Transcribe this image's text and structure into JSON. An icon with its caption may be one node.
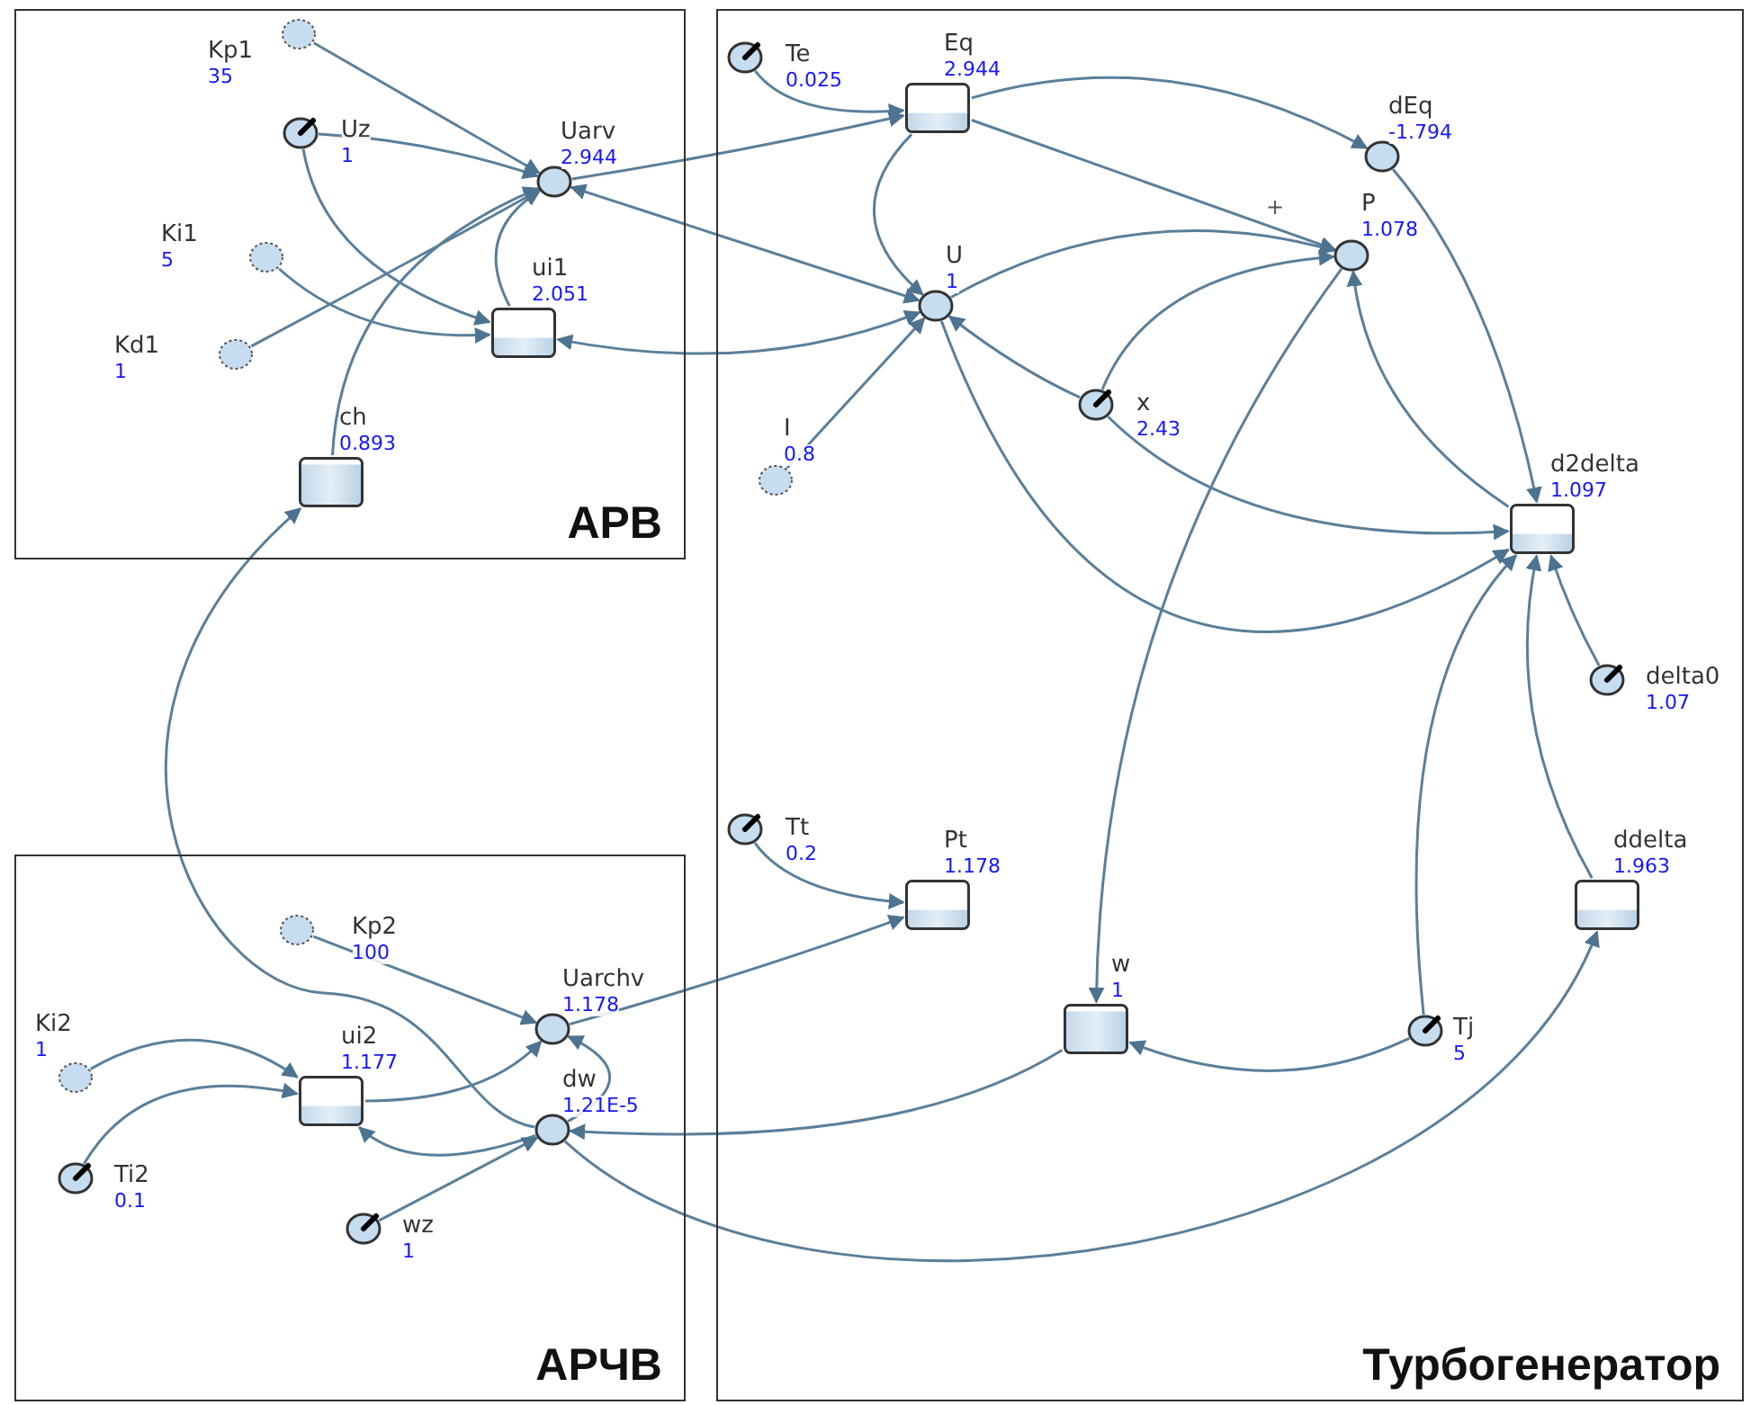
{
  "diagram": {
    "nodes": [
      {
        "text": [
          "АРВ"
        ]
      },
      {
        "text": [
          "Kp1",
          "35"
        ],
        "in": 0
      },
      {
        "text": [
          "Uz",
          "1"
        ],
        "in": 0
      },
      {
        "text": [
          "Uarv",
          "2.944"
        ],
        "in": 0
      },
      {
        "text": [
          "Ki1",
          "5"
        ],
        "in": 0
      },
      {
        "text": [
          "Kd1",
          "1"
        ],
        "in": 0
      },
      {
        "text": [
          "ui1",
          "2.051"
        ],
        "in": 0
      },
      {
        "text": [
          "ch",
          "0.893"
        ],
        "in": 0
      },
      {
        "text": [
          "Турбогенератор"
        ]
      },
      {
        "text": [
          "Te",
          "0.025"
        ],
        "in": 8
      },
      {
        "text": [
          "Eq",
          "2.944"
        ],
        "in": 8
      },
      {
        "text": [
          "dEq",
          "-1.794"
        ],
        "in": 8
      },
      {
        "text": [
          "U",
          "1"
        ],
        "in": 8
      },
      {
        "text": [
          "P",
          "1.078"
        ],
        "in": 8
      },
      {
        "text": [
          "x",
          "2.43"
        ],
        "in": 8
      },
      {
        "text": [
          "I",
          "0.8"
        ],
        "in": 8
      },
      {
        "text": [
          "d2delta",
          "1.097"
        ],
        "in": 8
      },
      {
        "text": [
          "delta0",
          "1.07"
        ],
        "in": 8
      },
      {
        "text": [
          "Tt",
          "0.2"
        ],
        "in": 8
      },
      {
        "text": [
          "Pt",
          "1.178"
        ],
        "in": 8
      },
      {
        "text": [
          "ddelta",
          "1.963"
        ],
        "in": 8
      },
      {
        "text": [
          "w",
          "1"
        ],
        "in": 8
      },
      {
        "text": [
          "Tj",
          "5"
        ],
        "in": 8
      },
      {
        "text": [
          "АРЧВ"
        ]
      },
      {
        "text": [
          "Kp2",
          "100"
        ],
        "in": 23
      },
      {
        "text": [
          "Ki2",
          "1"
        ],
        "in": 23
      },
      {
        "text": [
          "Uarchv",
          "1.178"
        ],
        "in": 23
      },
      {
        "text": [
          "ui2",
          "1.177"
        ],
        "in": 23
      },
      {
        "text": [
          "dw",
          "1.21E-5"
        ],
        "in": 23
      },
      {
        "text": [
          "Ti2",
          "0.1"
        ],
        "in": 23
      },
      {
        "text": [
          "wz",
          "1"
        ],
        "in": 23
      }
    ],
    "edges": [
      {
        "from": 1,
        "to": 3,
        "arrow": "to"
      },
      {
        "from": 2,
        "to": 3,
        "arrow": "to"
      },
      {
        "from": 2,
        "to": 6,
        "arrow": "to"
      },
      {
        "from": 4,
        "to": 6,
        "arrow": "to"
      },
      {
        "from": 5,
        "to": 3,
        "arrow": "to"
      },
      {
        "from": 6,
        "to": 3,
        "arrow": "to"
      },
      {
        "from": 7,
        "to": 3,
        "arrow": "to"
      },
      {
        "from": 3,
        "to": 10,
        "arrow": "to"
      },
      {
        "from": 12,
        "to": 3,
        "arrow": "both"
      },
      {
        "from": 12,
        "to": 6,
        "arrow": "both"
      },
      {
        "from": 9,
        "to": 10,
        "arrow": "to"
      },
      {
        "from": 10,
        "to": 11,
        "arrow": "to"
      },
      {
        "from": 10,
        "to": 12,
        "arrow": "to"
      },
      {
        "from": 10,
        "to": 13,
        "arrow": "to",
        "label": "+"
      },
      {
        "from": 12,
        "to": 13,
        "arrow": "to"
      },
      {
        "from": 14,
        "to": 13,
        "arrow": "to"
      },
      {
        "from": 14,
        "to": 12,
        "arrow": "to"
      },
      {
        "from": 14,
        "to": 16,
        "arrow": "to"
      },
      {
        "from": 12,
        "to": 16,
        "arrow": "to"
      },
      {
        "from": 15,
        "to": 12,
        "arrow": "to"
      },
      {
        "from": 13,
        "to": 21,
        "arrow": "to"
      },
      {
        "from": 16,
        "to": 13,
        "arrow": "to"
      },
      {
        "from": 11,
        "to": 16,
        "arrow": "to"
      },
      {
        "from": 17,
        "to": 16,
        "arrow": "to"
      },
      {
        "from": 22,
        "to": 16,
        "arrow": "to"
      },
      {
        "from": 20,
        "to": 16,
        "arrow": "to"
      },
      {
        "from": 22,
        "to": 21,
        "arrow": "to"
      },
      {
        "from": 18,
        "to": 19,
        "arrow": "to"
      },
      {
        "from": 26,
        "to": 19,
        "arrow": "to"
      },
      {
        "from": 21,
        "to": 28,
        "arrow": "to"
      },
      {
        "from": 28,
        "to": 20,
        "arrow": "to"
      },
      {
        "from": 28,
        "to": 7,
        "arrow": "to"
      },
      {
        "from": 24,
        "to": 26,
        "arrow": "to"
      },
      {
        "from": 25,
        "to": 27,
        "arrow": "to"
      },
      {
        "from": 29,
        "to": 27,
        "arrow": "to"
      },
      {
        "from": 27,
        "to": 26,
        "arrow": "to"
      },
      {
        "from": 28,
        "to": 26,
        "arrow": "to"
      },
      {
        "from": 28,
        "to": 27,
        "arrow": "to"
      },
      {
        "from": 30,
        "to": 28,
        "arrow": "to"
      }
    ]
  }
}
